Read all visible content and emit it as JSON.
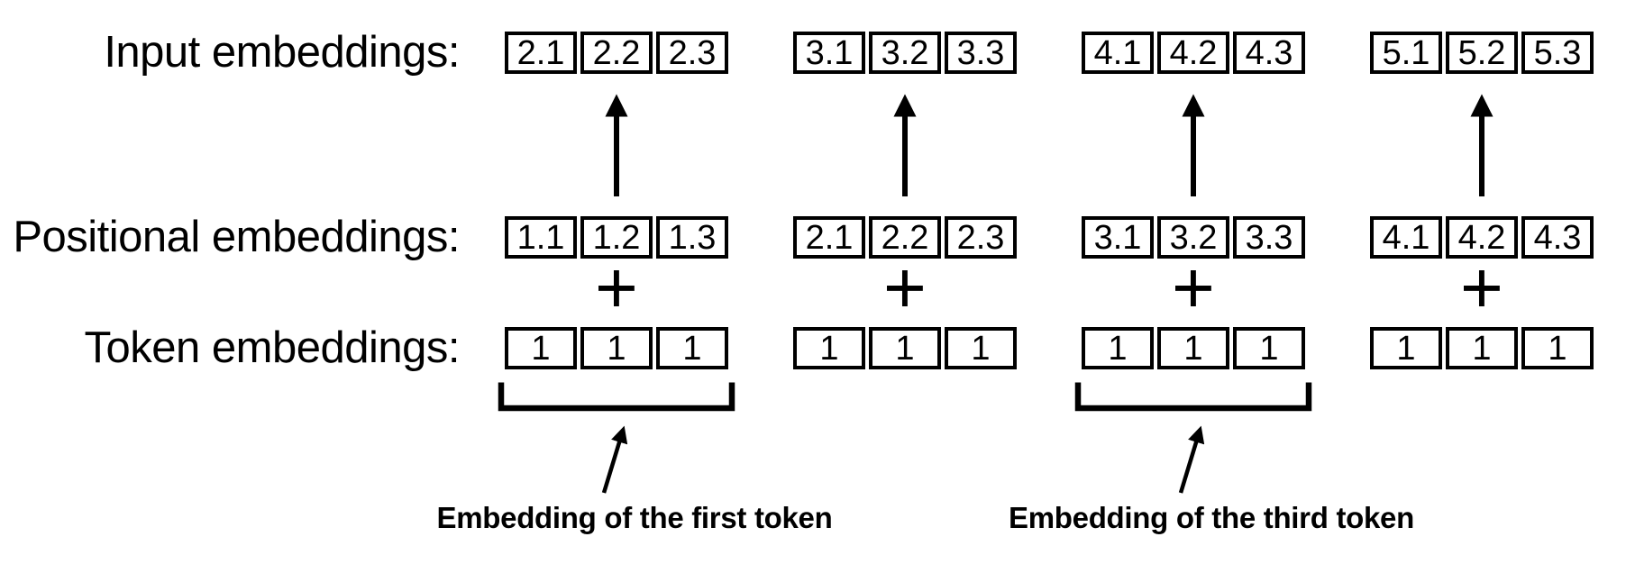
{
  "diagram": {
    "rows": [
      {
        "name": "input-embeddings",
        "label": "Input embeddings:",
        "groups": [
          [
            "2.1",
            "2.2",
            "2.3"
          ],
          [
            "3.1",
            "3.2",
            "3.3"
          ],
          [
            "4.1",
            "4.2",
            "4.3"
          ],
          [
            "5.1",
            "5.2",
            "5.3"
          ]
        ]
      },
      {
        "name": "positional-embeddings",
        "label": "Positional embeddings:",
        "groups": [
          [
            "1.1",
            "1.2",
            "1.3"
          ],
          [
            "2.1",
            "2.2",
            "2.3"
          ],
          [
            "3.1",
            "3.2",
            "3.3"
          ],
          [
            "4.1",
            "4.2",
            "4.3"
          ]
        ]
      },
      {
        "name": "token-embeddings",
        "label": "Token embeddings:",
        "groups": [
          [
            "1",
            "1",
            "1"
          ],
          [
            "1",
            "1",
            "1"
          ],
          [
            "1",
            "1",
            "1"
          ],
          [
            "1",
            "1",
            "1"
          ]
        ]
      }
    ],
    "plus_operator": "+",
    "annotations": [
      {
        "group_index": 0,
        "label": "Embedding of the first token"
      },
      {
        "group_index": 2,
        "label": "Embedding of the third token"
      }
    ],
    "colors": {
      "ink": "#000000",
      "background": "#ffffff"
    }
  }
}
